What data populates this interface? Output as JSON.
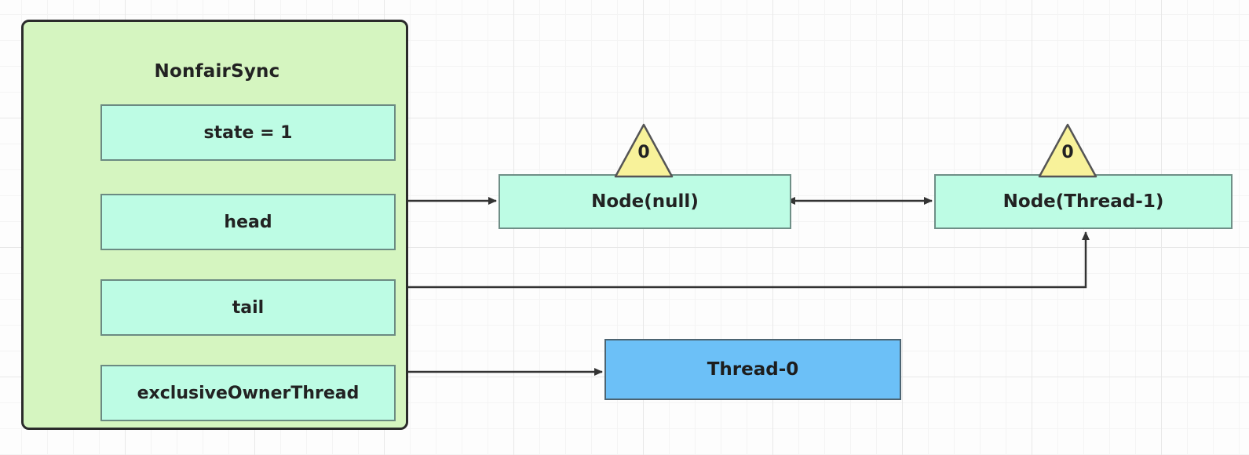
{
  "diagram": {
    "title_hidden": "",
    "colors": {
      "container_fill": "#d5f5c0",
      "container_stroke": "#2b2b2b",
      "field_fill": "#bdfce4",
      "field_stroke": "#6b8a82",
      "node_fill": "#bdfce4",
      "thread_fill": "#6cc0f7",
      "flag_fill": "#f8f29a",
      "flag_stroke": "#555555",
      "arrow_color": "#333333",
      "grid_minor": "#f4f4f4",
      "grid_major": "#e8e8e8",
      "background": "#fdfdfd"
    },
    "sync_container": {
      "title": "NonfairSync",
      "fields": [
        {
          "label": "state = 1"
        },
        {
          "label": "head"
        },
        {
          "label": "tail"
        },
        {
          "label": "exclusiveOwnerThread"
        }
      ]
    },
    "nodes": [
      {
        "label": "Node(null)",
        "waitStatus": "0"
      },
      {
        "label": "Node(Thread-1)",
        "waitStatus": "0"
      }
    ],
    "threads": [
      {
        "label": "Thread-0"
      }
    ],
    "edges": [
      {
        "name": "head-to-node-null",
        "from": "head",
        "to": "Node(null)",
        "style": "single-arrow"
      },
      {
        "name": "node-null-to-node-thread1",
        "from": "Node(null)",
        "to": "Node(Thread-1)",
        "style": "double-arrow"
      },
      {
        "name": "tail-to-node-thread1",
        "from": "Node(Thread-1)",
        "to": "tail",
        "style": "elbow-arrow"
      },
      {
        "name": "owner-to-thread0",
        "from": "exclusiveOwnerThread",
        "to": "Thread-0",
        "style": "single-arrow"
      }
    ]
  }
}
